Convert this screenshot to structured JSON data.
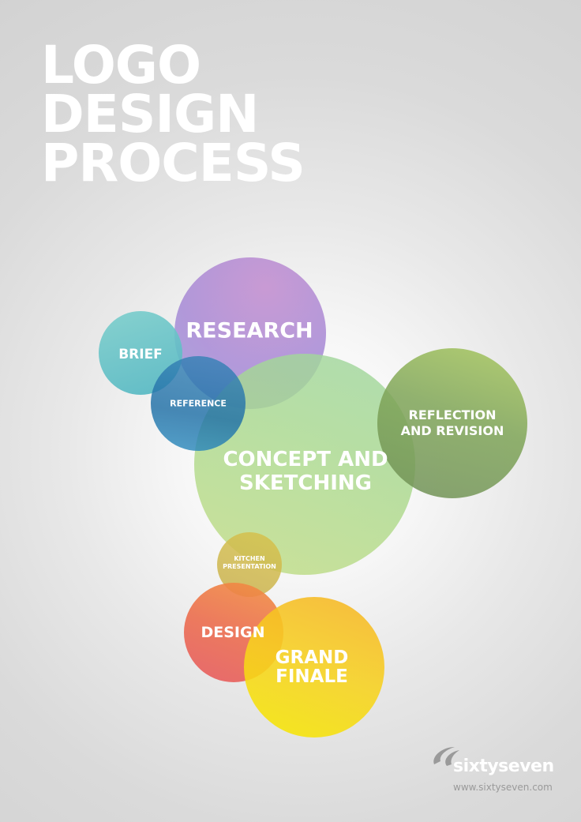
{
  "title": {
    "line1": "LOGO",
    "line2": "DESIGN",
    "line3": "PROCESS"
  },
  "stages": {
    "research": "RESEARCH",
    "brief": "BRIEF",
    "reference": "REFERENCE",
    "concept_line1": "CONCEPT AND",
    "concept_line2": "SKETCHING",
    "reflection_line1": "REFLECTION",
    "reflection_line2": "AND REVISION",
    "kitchen_line1": "KITCHEN",
    "kitchen_line2": "PRESENTATION",
    "design": "DESIGN",
    "finale_line1": "GRAND",
    "finale_line2": "FINALE"
  },
  "brand": {
    "name": "sixtyseven",
    "url": "www.sixtyseven.com"
  },
  "colors": {
    "research": "#a980c8",
    "brief": "#5fc2c4",
    "reference": "#2a7ab0",
    "concept": "#a9d88c",
    "reflection": "#7daa58",
    "kitchen": "#d2b84a",
    "design": "#ea6a52",
    "finale": "#f7e22a"
  }
}
